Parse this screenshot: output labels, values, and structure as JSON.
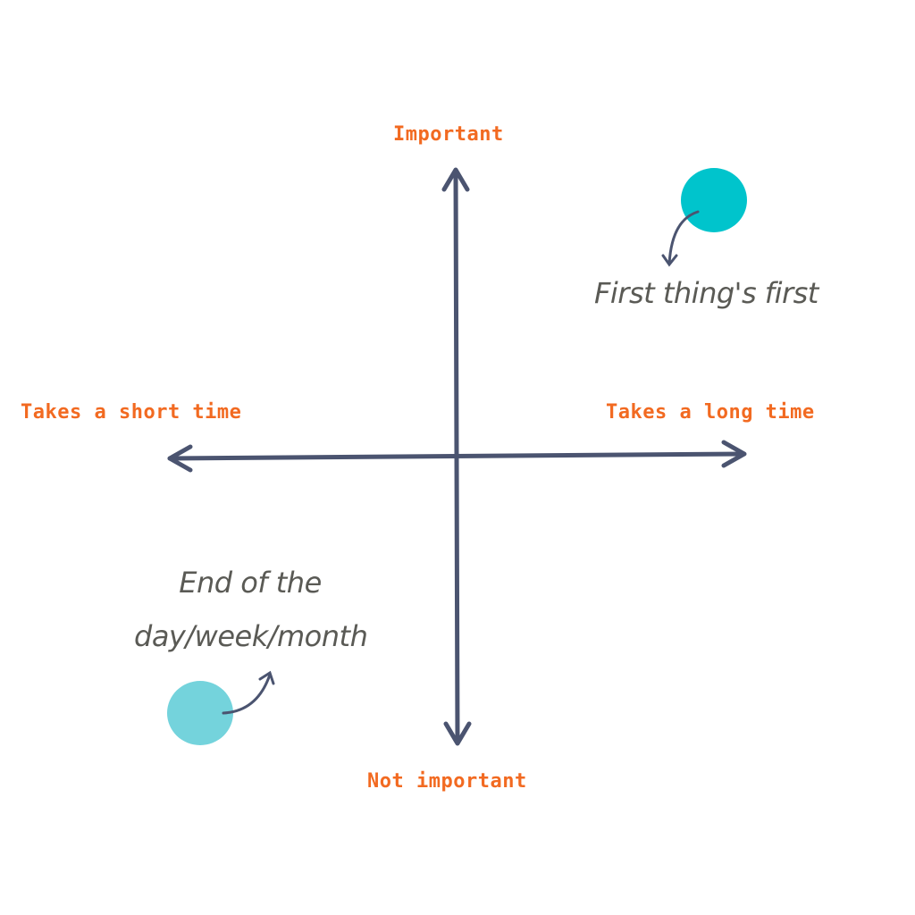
{
  "axes": {
    "top": "Important",
    "bottom": "Not important",
    "left": "Takes a short time",
    "right": "Takes a long time"
  },
  "annotations": [
    {
      "text": "First thing's first",
      "quadrant": "top-right"
    },
    {
      "line1": "End of the",
      "line2": "day/week/month",
      "quadrant": "bottom-left"
    }
  ],
  "colors": {
    "axis": "#4b5470",
    "label": "#f26a21",
    "dot_top": "#00c4cc",
    "dot_bottom": "#74d3dc",
    "note": "#5a5a55"
  }
}
